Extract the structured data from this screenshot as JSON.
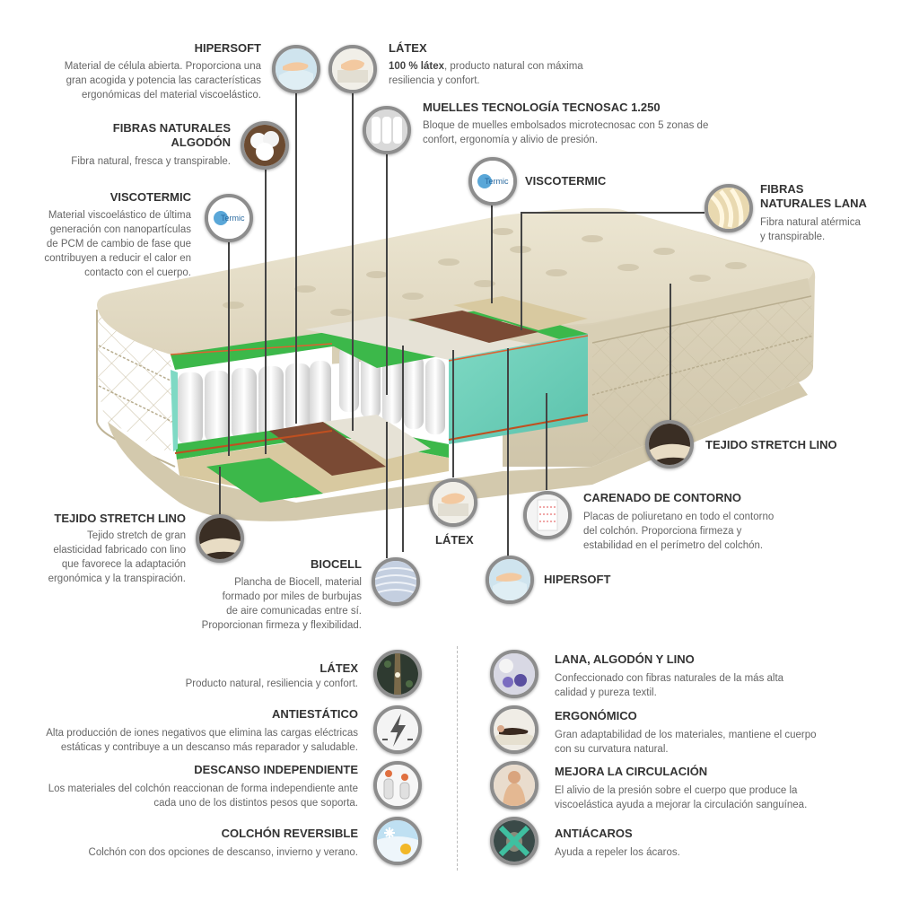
{
  "callouts": {
    "hipersoft_top": {
      "title": "HIPERSOFT",
      "desc": [
        "Material de célula abierta. Proporciona una",
        "gran acogida y potencia las características",
        "ergonómicas del material viscoelástico."
      ]
    },
    "fibras_algodon": {
      "title": [
        "FIBRAS NATURALES",
        "ALGODÓN"
      ],
      "desc": [
        "Fibra natural, fresca y transpirable."
      ]
    },
    "viscotermic_left": {
      "title": "VISCOTERMIC",
      "desc": [
        "Material viscoelástico de última",
        "generación con nanopartículas",
        "de PCM de cambio de fase que",
        "contribuyen a reducir el calor en",
        "contacto con el cuerpo."
      ]
    },
    "latex_top": {
      "title": "LÁTEX",
      "desc_bold": "100 % látex",
      "desc_rest": ", producto natural con máxima",
      "desc2": "resiliencia y confort."
    },
    "muelles": {
      "title": "MUELLES TECNOLOGÍA TECNOSAC 1.250",
      "desc": [
        "Bloque de muelles embolsados microtecnosac con 5 zonas de",
        "confort, ergonomía y alivio de presión."
      ]
    },
    "viscotermic_mid": {
      "title": "VISCOTERMIC"
    },
    "fibras_lana": {
      "title": [
        "FIBRAS",
        "NATURALES LANA"
      ],
      "desc": [
        "Fibra natural atérmica",
        "y transpirable."
      ]
    },
    "tejido_right": {
      "title": "TEJIDO STRETCH LINO"
    },
    "tejido_left": {
      "title": "TEJIDO STRETCH LINO",
      "desc": [
        "Tejido stretch de gran",
        "elasticidad fabricado con lino",
        "que favorece la adaptación",
        "ergonómica y la transpiración."
      ]
    },
    "biocell": {
      "title": "BIOCELL",
      "desc": [
        "Plancha de Biocell, material",
        "formado por miles de burbujas",
        "de aire comunicadas entre sí.",
        "Proporcionan firmeza y flexibilidad."
      ]
    },
    "latex_mid": {
      "title": "LÁTEX"
    },
    "carenado": {
      "title": "CARENADO DE CONTORNO",
      "desc": [
        "Placas de poliuretano en todo el contorno",
        "del colchón. Proporciona firmeza y",
        "estabilidad en el perímetro del colchón."
      ]
    },
    "hipersoft_bottom": {
      "title": "HIPERSOFT"
    }
  },
  "badge_icon_text": "Termic",
  "features_left": [
    {
      "title": "LÁTEX",
      "desc": [
        "Producto natural, resiliencia y confort."
      ]
    },
    {
      "title": "ANTIESTÁTICO",
      "desc": [
        "Alta producción de iones negativos que elimina las cargas eléctricas",
        "estáticas y contribuye a un descanso más reparador y saludable."
      ]
    },
    {
      "title": "DESCANSO INDEPENDIENTE",
      "desc": [
        "Los materiales del colchón reaccionan de forma independiente ante",
        "cada uno de los distintos pesos que soporta."
      ]
    },
    {
      "title": "COLCHÓN REVERSIBLE",
      "desc": [
        "Colchón con dos opciones de descanso, invierno y verano."
      ]
    }
  ],
  "features_right": [
    {
      "title": "LANA, ALGODÓN Y LINO",
      "desc": [
        "Confeccionado con fibras naturales de la más alta",
        "calidad y pureza textil."
      ]
    },
    {
      "title": "ERGONÓMICO",
      "desc": [
        "Gran adaptabilidad de los materiales, mantiene el cuerpo",
        "con su curvatura natural."
      ]
    },
    {
      "title": "MEJORA LA CIRCULACIÓN",
      "desc": [
        "El alivio de la presión sobre el cuerpo que produce la",
        "viscoelástica ayuda a mejorar la circulación sanguínea."
      ]
    },
    {
      "title": "ANTIÁCAROS",
      "desc": [
        "Ayuda a repeler los ácaros."
      ]
    }
  ],
  "colors": {
    "mattress": "#e4dcc4",
    "green": "#3cb84a",
    "mint": "#7fd6c0",
    "brown": "#7a4a34",
    "latex": "#d9d6cc",
    "ring": "#8d8d8d"
  }
}
